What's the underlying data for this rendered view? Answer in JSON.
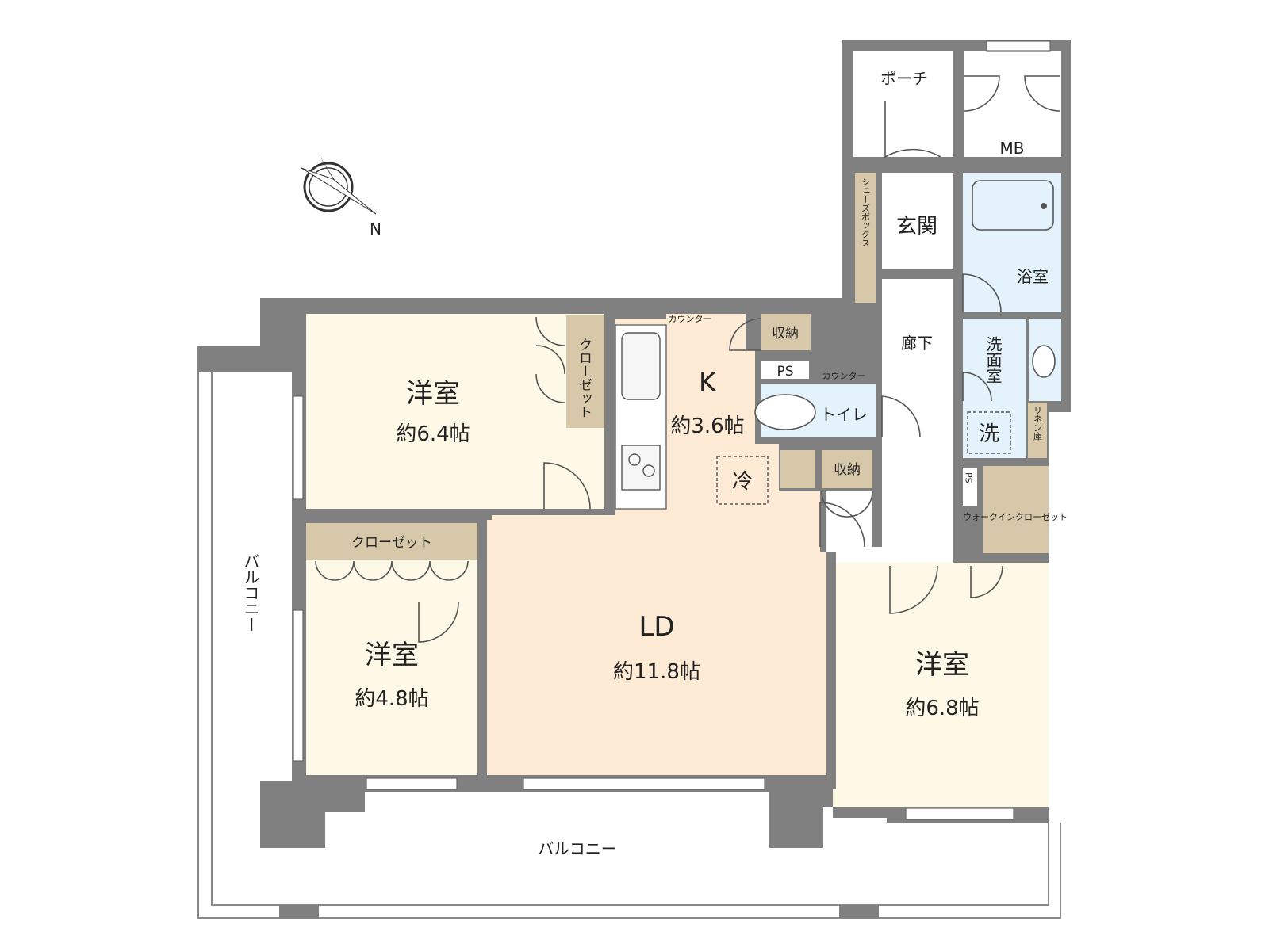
{
  "colors": {
    "wall": "#808080",
    "ldk_floor": "#fdebd6",
    "room_floor": "#fdf9e6",
    "wet_floor": "#e4f3fb",
    "storage_floor": "#d6c8a8",
    "corridor_floor": "#ffffff"
  },
  "compass": {
    "direction_label": "N"
  },
  "rooms": {
    "western_room_upper": {
      "name": "洋室",
      "area": "約6.4帖"
    },
    "western_room_lower_left": {
      "name": "洋室",
      "area": "約4.8帖"
    },
    "western_room_right": {
      "name": "洋室",
      "area": "約6.8帖"
    },
    "kitchen": {
      "name": "K",
      "area": "約3.6帖"
    },
    "living_dining": {
      "name": "LD",
      "area": "約11.8帖"
    },
    "entrance": {
      "name": "玄関"
    },
    "hallway": {
      "name": "廊下"
    },
    "bathroom": {
      "name": "浴室"
    },
    "washroom": {
      "name": "洗面室"
    },
    "toilet": {
      "name": "トイレ"
    },
    "porch": {
      "name": "ポーチ"
    }
  },
  "labels": {
    "closet_upper": "クローゼット",
    "closet_lower": "クローゼット",
    "walk_in_closet": "ウォークインクローゼット",
    "storage_k": "収納",
    "storage_hall": "収納",
    "shoe_box": "シューズボックス",
    "linen": "リネン庫",
    "mb": "MB",
    "ps_upper": "PS",
    "ps_lower": "PS",
    "counter_kitchen": "カウンター",
    "counter_toilet": "カウンター",
    "fridge": "冷",
    "washer": "洗",
    "balcony_left": "バルコニー",
    "balcony_bottom": "バルコニー"
  }
}
